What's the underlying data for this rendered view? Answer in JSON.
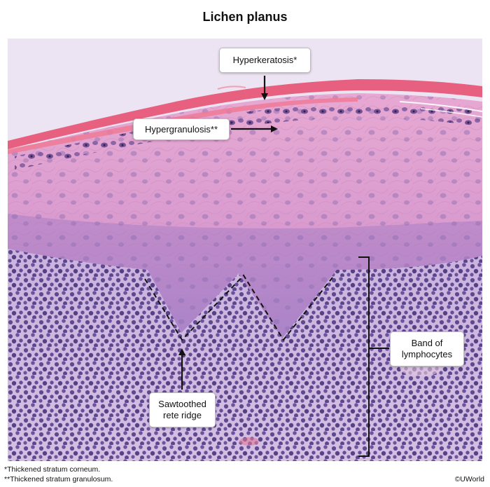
{
  "title": "Lichen planus",
  "labels": {
    "hyperkeratosis": "Hyperkeratosis*",
    "hypergranulosis": "Hypergranulosis**",
    "band_line1": "Band of",
    "band_line2": "lymphocytes",
    "sawtooth_line1": "Sawtoothed",
    "sawtooth_line2": "rete ridge"
  },
  "footnotes": {
    "note1": "*Thickened stratum corneum.",
    "note2": "**Thickened stratum granulosum."
  },
  "credit": {
    "symbol": "©",
    "name": "UWorld"
  },
  "colors": {
    "stratum_corneum": "#e8607f",
    "epidermis": "#e3a6cf",
    "dermis_background": "#d9c4e4",
    "lymphocyte_nuclei": "#4b3682",
    "arrow": "#111111"
  }
}
